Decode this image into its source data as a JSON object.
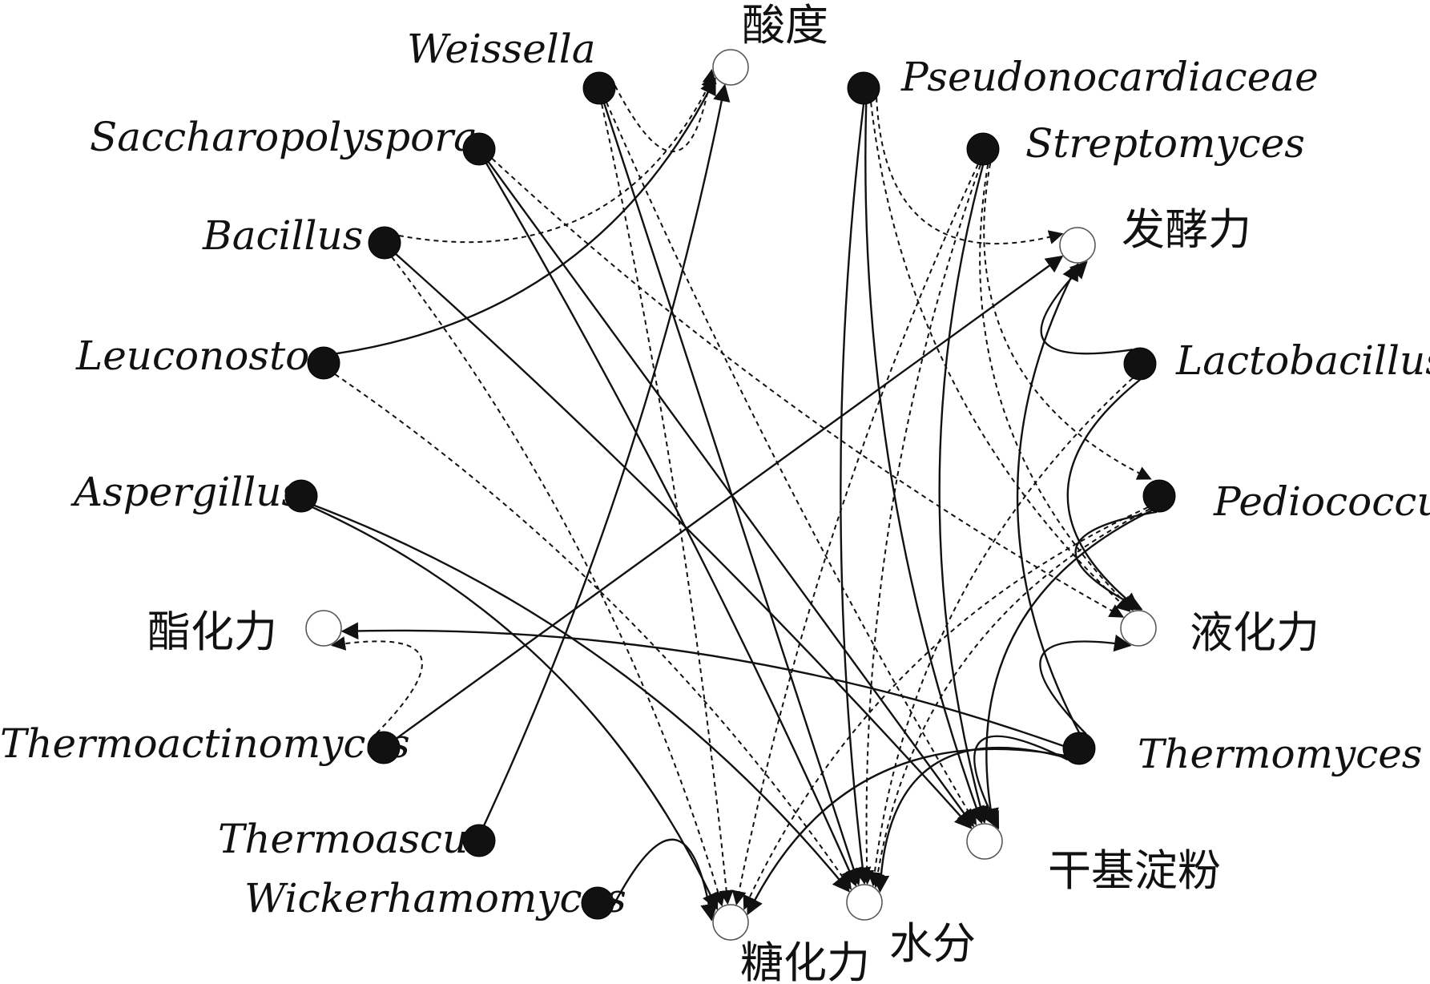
{
  "nodes": {
    "weissella": {
      "label": "Weissella",
      "kind": "taxon"
    },
    "saccharopolyspora": {
      "label": "Saccharopolyspora",
      "kind": "taxon"
    },
    "bacillus": {
      "label": "Bacillus",
      "kind": "taxon"
    },
    "leuconostoc": {
      "label": "Leuconostoc",
      "kind": "taxon"
    },
    "aspergillus": {
      "label": "Aspergillus",
      "kind": "taxon"
    },
    "thermoactinomyces": {
      "label": "Thermoactinomyces",
      "kind": "taxon"
    },
    "thermoascus": {
      "label": "Thermoascus",
      "kind": "taxon"
    },
    "wickerhamomyces": {
      "label": "Wickerhamomyces",
      "kind": "taxon"
    },
    "pseudonocardiaceae": {
      "label": "Pseudonocardiaceae",
      "kind": "taxon"
    },
    "streptomyces": {
      "label": "Streptomyces",
      "kind": "taxon"
    },
    "lactobacillus": {
      "label": "Lactobacillus",
      "kind": "taxon"
    },
    "pediococcus": {
      "label": "Pediococcus",
      "kind": "taxon"
    },
    "thermomyces": {
      "label": "Thermomyces",
      "kind": "taxon"
    },
    "acidity": {
      "label": "酸度",
      "kind": "property"
    },
    "fermentation_power": {
      "label": "发酵力",
      "kind": "property"
    },
    "liquefaction_power": {
      "label": "液化力",
      "kind": "property"
    },
    "dry_starch": {
      "label": "干基淀粉",
      "kind": "property"
    },
    "moisture": {
      "label": "水分",
      "kind": "property"
    },
    "saccharification_power": {
      "label": "糖化力",
      "kind": "property"
    },
    "esterification_power": {
      "label": "酯化力",
      "kind": "property"
    }
  },
  "edges": [
    {
      "from": "weissella",
      "to": "acidity",
      "type": "negative"
    },
    {
      "from": "weissella",
      "to": "moisture",
      "type": "positive"
    },
    {
      "from": "weissella",
      "to": "saccharification_power",
      "type": "negative"
    },
    {
      "from": "weissella",
      "to": "dry_starch",
      "type": "negative"
    },
    {
      "from": "saccharopolyspora",
      "to": "moisture",
      "type": "positive"
    },
    {
      "from": "saccharopolyspora",
      "to": "dry_starch",
      "type": "positive"
    },
    {
      "from": "saccharopolyspora",
      "to": "liquefaction_power",
      "type": "negative"
    },
    {
      "from": "bacillus",
      "to": "acidity",
      "type": "negative"
    },
    {
      "from": "bacillus",
      "to": "dry_starch",
      "type": "positive"
    },
    {
      "from": "bacillus",
      "to": "saccharification_power",
      "type": "negative"
    },
    {
      "from": "leuconostoc",
      "to": "acidity",
      "type": "positive"
    },
    {
      "from": "leuconostoc",
      "to": "moisture",
      "type": "negative"
    },
    {
      "from": "aspergillus",
      "to": "saccharification_power",
      "type": "positive"
    },
    {
      "from": "aspergillus",
      "to": "moisture",
      "type": "positive"
    },
    {
      "from": "thermoactinomyces",
      "to": "esterification_power",
      "type": "negative"
    },
    {
      "from": "thermoactinomyces",
      "to": "fermentation_power",
      "type": "positive"
    },
    {
      "from": "thermoascus",
      "to": "acidity",
      "type": "positive"
    },
    {
      "from": "wickerhamomyces",
      "to": "saccharification_power",
      "type": "positive"
    },
    {
      "from": "pseudonocardiaceae",
      "to": "moisture",
      "type": "positive"
    },
    {
      "from": "pseudonocardiaceae",
      "to": "dry_starch",
      "type": "positive"
    },
    {
      "from": "pseudonocardiaceae",
      "to": "liquefaction_power",
      "type": "negative"
    },
    {
      "from": "pseudonocardiaceae",
      "to": "fermentation_power",
      "type": "negative"
    },
    {
      "from": "streptomyces",
      "to": "dry_starch",
      "type": "positive"
    },
    {
      "from": "streptomyces",
      "to": "moisture",
      "type": "negative"
    },
    {
      "from": "streptomyces",
      "to": "saccharification_power",
      "type": "negative"
    },
    {
      "from": "streptomyces",
      "to": "liquefaction_power",
      "type": "negative"
    },
    {
      "from": "streptomyces",
      "to": "pediococcus",
      "type": "negative"
    },
    {
      "from": "lactobacillus",
      "to": "fermentation_power",
      "type": "positive"
    },
    {
      "from": "lactobacillus",
      "to": "liquefaction_power",
      "type": "positive"
    },
    {
      "from": "lactobacillus",
      "to": "moisture",
      "type": "negative"
    },
    {
      "from": "pediococcus",
      "to": "liquefaction_power",
      "type": "positive"
    },
    {
      "from": "pediococcus",
      "to": "dry_starch",
      "type": "positive"
    },
    {
      "from": "pediococcus",
      "to": "moisture",
      "type": "negative"
    },
    {
      "from": "pediococcus",
      "to": "saccharification_power",
      "type": "negative"
    },
    {
      "from": "thermomyces",
      "to": "esterification_power",
      "type": "positive"
    },
    {
      "from": "thermomyces",
      "to": "moisture",
      "type": "positive"
    },
    {
      "from": "thermomyces",
      "to": "dry_starch",
      "type": "positive"
    },
    {
      "from": "thermomyces",
      "to": "saccharification_power",
      "type": "positive"
    },
    {
      "from": "thermomyces",
      "to": "liquefaction_power",
      "type": "positive"
    },
    {
      "from": "thermomyces",
      "to": "fermentation_power",
      "type": "positive"
    }
  ]
}
